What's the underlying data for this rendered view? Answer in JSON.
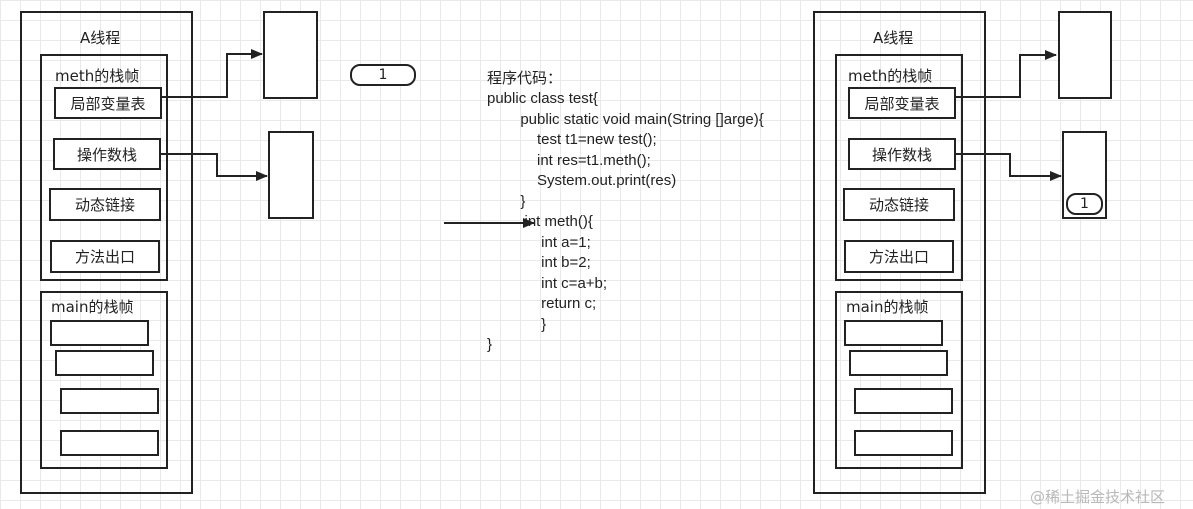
{
  "left_thread": {
    "title": "A线程",
    "meth_frame": {
      "title": "meth的栈帧",
      "items": [
        "局部变量表",
        "操作数栈",
        "动态链接",
        "方法出口"
      ]
    },
    "main_frame": {
      "title": "main的栈帧"
    }
  },
  "right_thread": {
    "title": "A线程",
    "meth_frame": {
      "title": "meth的栈帧",
      "items": [
        "局部变量表",
        "操作数栈",
        "动态链接",
        "方法出口"
      ]
    },
    "main_frame": {
      "title": "main的栈帧"
    },
    "operand_value": "1"
  },
  "constant_value": "1",
  "code": {
    "lines": [
      "程序代码：",
      "public class test{",
      "        public static void main(String []arge){",
      "            test t1=new test();",
      "            int res=t1.meth();",
      "            System.out.print(res)",
      "        }",
      "         int meth(){",
      "             int a=1;",
      "             int b=2;",
      "             int c=a+b;",
      "             return c;",
      "             }",
      "}"
    ]
  },
  "watermark": "@稀土掘金技术社区"
}
